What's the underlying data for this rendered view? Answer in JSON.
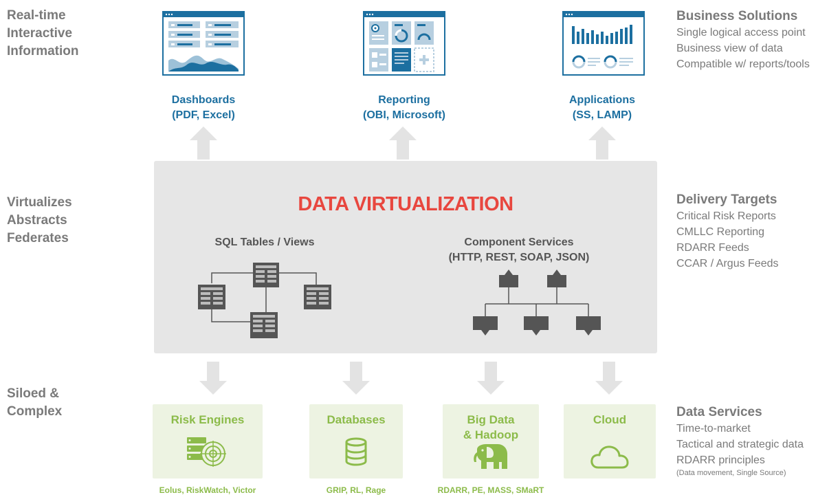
{
  "left_labels": {
    "top": [
      "Real-time",
      "Interactive",
      "Information"
    ],
    "middle": [
      "Virtualizes",
      "Abstracts",
      "Federates"
    ],
    "bottom": [
      "Siloed &",
      "Complex"
    ]
  },
  "right_blocks": {
    "business": {
      "heading": "Business Solutions",
      "lines": [
        "Single logical access point",
        "Business view of data",
        "Compatible w/ reports/tools"
      ]
    },
    "delivery": {
      "heading": "Delivery Targets",
      "lines": [
        "Critical Risk Reports",
        "CMLLC Reporting",
        "RDARR Feeds",
        "CCAR / Argus Feeds"
      ]
    },
    "data_services": {
      "heading": "Data Services",
      "lines": [
        "Time-to-market",
        "Tactical and strategic data",
        "RDARR principles"
      ],
      "note": "(Data movement, Single Source)"
    }
  },
  "top_items": [
    {
      "line1": "Dashboards",
      "line2": "(PDF, Excel)",
      "icon": "dashboard-window-icon"
    },
    {
      "line1": "Reporting",
      "line2": "(OBI, Microsoft)",
      "icon": "reporting-window-icon"
    },
    {
      "line1": "Applications",
      "line2": "(SS, LAMP)",
      "icon": "application-window-icon"
    }
  ],
  "center": {
    "title": "DATA VIRTUALIZATION",
    "sql_heading": "SQL Tables / Views",
    "services_heading_1": "Component Services",
    "services_heading_2": "(HTTP, REST, SOAP, JSON)"
  },
  "sources": [
    {
      "title_1": "Risk Engines",
      "title_2": "",
      "caption": "Eolus, RiskWatch, Victor",
      "icon": "server-target-icon"
    },
    {
      "title_1": "Databases",
      "title_2": "",
      "caption": "GRIP, RL, Rage",
      "icon": "database-icon"
    },
    {
      "title_1": "Big Data",
      "title_2": "& Hadoop",
      "caption": "RDARR, PE, MASS, SMaRT",
      "icon": "elephant-icon"
    },
    {
      "title_1": "Cloud",
      "title_2": "",
      "caption": "",
      "icon": "cloud-icon"
    }
  ],
  "colors": {
    "accent_blue": "#1c6fa0",
    "title_red": "#e8473f",
    "source_green": "#8cbb4a",
    "panel_gray": "#e6e6e6",
    "arrow_gray": "#e3e3e3",
    "icon_dark": "#555555"
  }
}
